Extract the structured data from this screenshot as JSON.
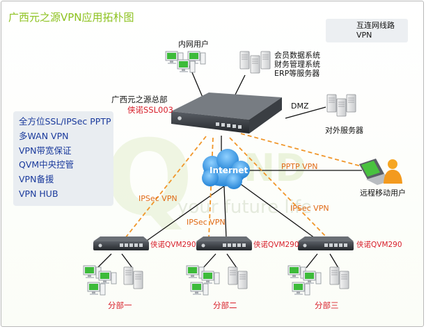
{
  "title": "广西元之源VPN应用拓朴图",
  "legend": {
    "interconnect_label": "互连网线路",
    "vpn_label": "VPN",
    "colors": {
      "interconnect": "#111111",
      "vpn": "#f0962a"
    }
  },
  "headquarters": {
    "name": "广西元之源总部",
    "model": "侠诺SSL003"
  },
  "intranet_users_label": "内网用户",
  "servers_lines": [
    "会员数据系统",
    "财务管理系统",
    "ERP等服务器"
  ],
  "dmz_label": "DMZ",
  "external_servers_label": "对外服务器",
  "features": [
    "全方位SSL/IPSec PPTP",
    "多WAN VPN",
    "VPN带宽保证",
    "QVM中央控管",
    "VPN备援",
    "VPN HUB"
  ],
  "internet_label": "Internet",
  "vpn_links": {
    "pptp_label": "PPTP VPN",
    "ipsec_label": "IPSec VPN"
  },
  "remote_user_label": "远程移动用户",
  "branches": [
    {
      "model": "侠诺QVM290",
      "name": "分部一"
    },
    {
      "model": "侠诺QVM290",
      "name": "分部二"
    },
    {
      "model": "侠诺QVM290",
      "name": "分部三"
    }
  ],
  "watermark": {
    "brand": "QND",
    "tagline": "your future life",
    "color": "#e4efcf"
  },
  "colors": {
    "title": "#8dc21f",
    "feature_text": "#1a3a9c",
    "model_text": "#d81e2a",
    "vpn_text": "#e06a16",
    "cloud": "#2b8ee0"
  }
}
